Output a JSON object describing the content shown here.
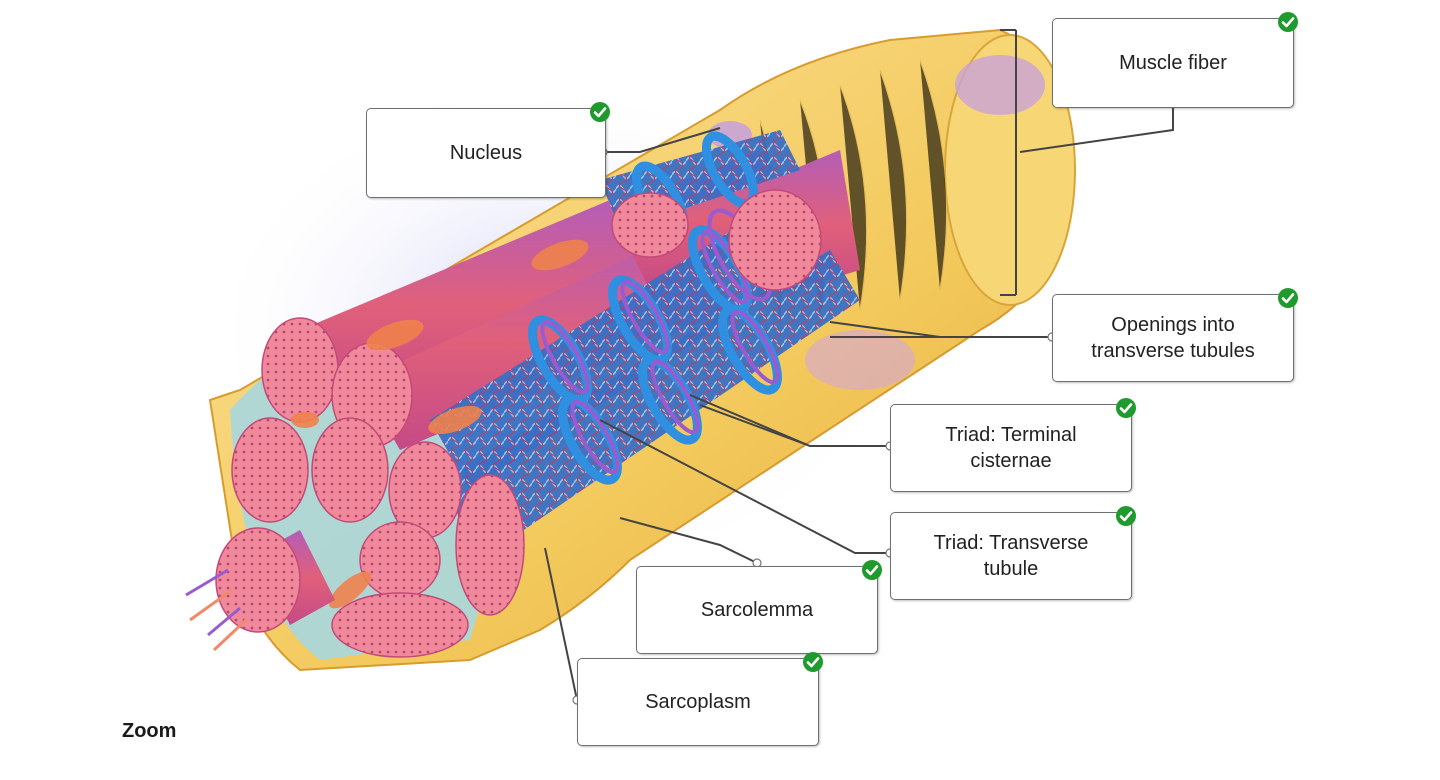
{
  "labels": {
    "nucleus": "Nucleus",
    "muscle_fiber": "Muscle fiber",
    "openings": "Openings into\ntransverse tubules",
    "terminal_cisternae": "Triad: Terminal\ncisternae",
    "transverse_tubule": "Triad: Transverse\ntubule",
    "sarcolemma": "Sarcolemma",
    "sarcoplasm": "Sarcoplasm"
  },
  "controls": {
    "zoom_label": "Zoom"
  },
  "colors": {
    "check": "#1f9a2f",
    "sarcolemma": "#f3c95c",
    "myofibril": "#e0607a",
    "reticulum": "#2e8fd6",
    "t_tubule": "#9a5bd1"
  },
  "icons": {
    "correct": "checkmark-circle-icon"
  }
}
